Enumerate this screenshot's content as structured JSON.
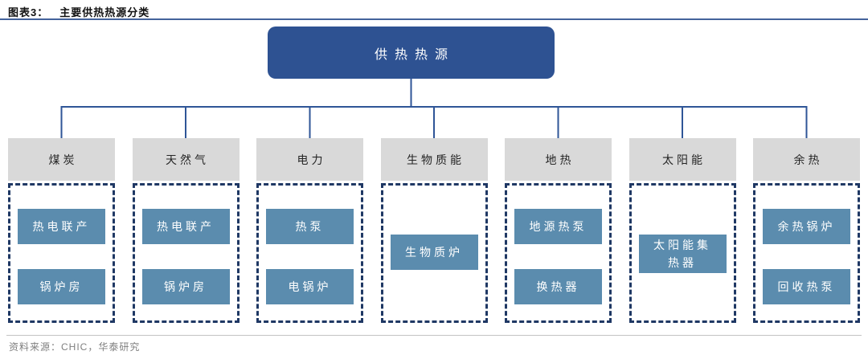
{
  "header": {
    "label": "图表3：",
    "title": "主要供热热源分类"
  },
  "root": {
    "label": "供热热源"
  },
  "columns": [
    {
      "category": "煤炭",
      "items": [
        "热电联产",
        "锅炉房"
      ]
    },
    {
      "category": "天然气",
      "items": [
        "热电联产",
        "锅炉房"
      ]
    },
    {
      "category": "电力",
      "items": [
        "热泵",
        "电锅炉"
      ]
    },
    {
      "category": "生物质能",
      "items": [
        "生物质炉"
      ]
    },
    {
      "category": "地热",
      "items": [
        "地源热泵",
        "换热器"
      ]
    },
    {
      "category": "太阳能",
      "items": [
        "太阳能集热器"
      ]
    },
    {
      "category": "余热",
      "items": [
        "余热锅炉",
        "回收热泵"
      ]
    }
  ],
  "source": "资料来源：CHIC，华泰研究",
  "colors": {
    "root_bg": "#2E5292",
    "item_bg": "#5B8CAE",
    "category_bg": "#D9D9D9",
    "connector": "#2F5597",
    "dashed_border": "#1F3864",
    "title_rule": "#44639B",
    "source_rule": "#C3C3C3",
    "source_text": "#7F7F7F",
    "title_text": "#111111"
  }
}
